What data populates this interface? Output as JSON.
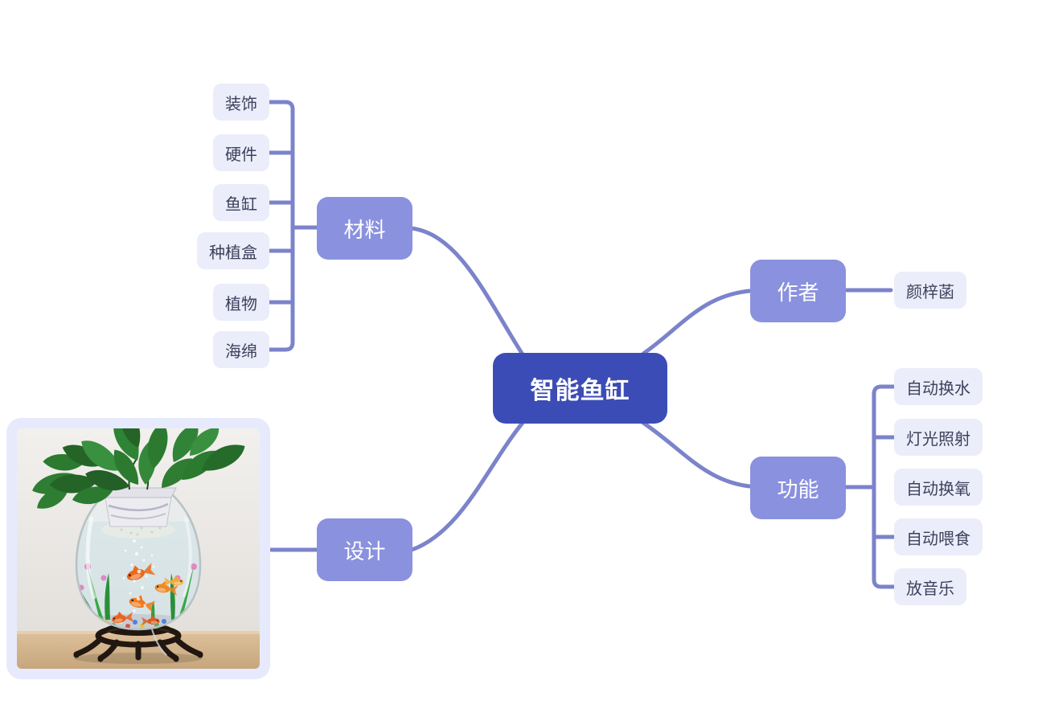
{
  "mindmap": {
    "root": {
      "label": "智能鱼缸"
    },
    "branches": [
      {
        "label": "材料",
        "children": [
          {
            "label": "装饰"
          },
          {
            "label": "硬件"
          },
          {
            "label": "鱼缸"
          },
          {
            "label": "种植盒"
          },
          {
            "label": "植物"
          },
          {
            "label": "海绵"
          }
        ]
      },
      {
        "label": "作者",
        "children": [
          {
            "label": "颜梓菡"
          }
        ]
      },
      {
        "label": "功能",
        "children": [
          {
            "label": "自动换水"
          },
          {
            "label": "灯光照射"
          },
          {
            "label": "自动换氧"
          },
          {
            "label": "自动喂食"
          },
          {
            "label": "放音乐"
          }
        ]
      },
      {
        "label": "设计",
        "children": [
          {
            "type": "image",
            "name": "fish-tank-photo"
          }
        ]
      }
    ],
    "colors": {
      "canvas": "#ffffff",
      "root-bg": "#3c4cb6",
      "root-text": "#ffffff",
      "branch-bg": "#8a91de",
      "branch-text": "#ffffff",
      "leaf-bg": "#ebedfa",
      "leaf-text": "#3d415c",
      "line": "#7b83cb",
      "photo-frame": "#e7eafc"
    }
  }
}
